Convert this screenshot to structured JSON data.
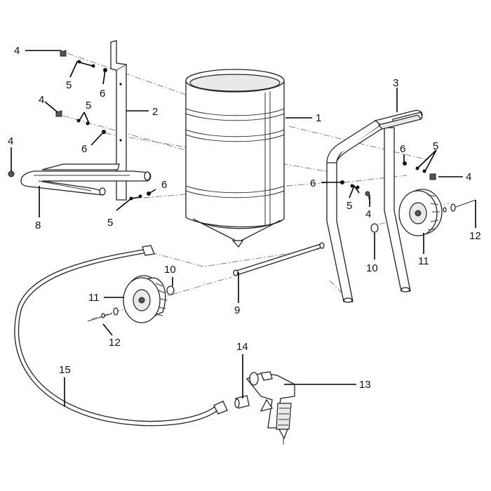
{
  "diagram": {
    "callouts": [
      {
        "key": "c1",
        "text": "1"
      },
      {
        "key": "c2",
        "text": "2"
      },
      {
        "key": "c3",
        "text": "3"
      },
      {
        "key": "c4a",
        "text": "4"
      },
      {
        "key": "c4b",
        "text": "4"
      },
      {
        "key": "c4c",
        "text": "4"
      },
      {
        "key": "c4d",
        "text": "4"
      },
      {
        "key": "c4e",
        "text": "4"
      },
      {
        "key": "c5a",
        "text": "5"
      },
      {
        "key": "c5b",
        "text": "5"
      },
      {
        "key": "c5c",
        "text": "5"
      },
      {
        "key": "c5d",
        "text": "5"
      },
      {
        "key": "c5e",
        "text": "5"
      },
      {
        "key": "c6a",
        "text": "6"
      },
      {
        "key": "c6b",
        "text": "6"
      },
      {
        "key": "c6c",
        "text": "6"
      },
      {
        "key": "c6d",
        "text": "6"
      },
      {
        "key": "c6e",
        "text": "6"
      },
      {
        "key": "c8",
        "text": "8"
      },
      {
        "key": "c9",
        "text": "9"
      },
      {
        "key": "c10a",
        "text": "10"
      },
      {
        "key": "c10b",
        "text": "10"
      },
      {
        "key": "c11a",
        "text": "11"
      },
      {
        "key": "c11b",
        "text": "11"
      },
      {
        "key": "c12a",
        "text": "12"
      },
      {
        "key": "c12b",
        "text": "12"
      },
      {
        "key": "c13",
        "text": "13"
      },
      {
        "key": "c14",
        "text": "14"
      },
      {
        "key": "c15",
        "text": "15"
      }
    ]
  }
}
